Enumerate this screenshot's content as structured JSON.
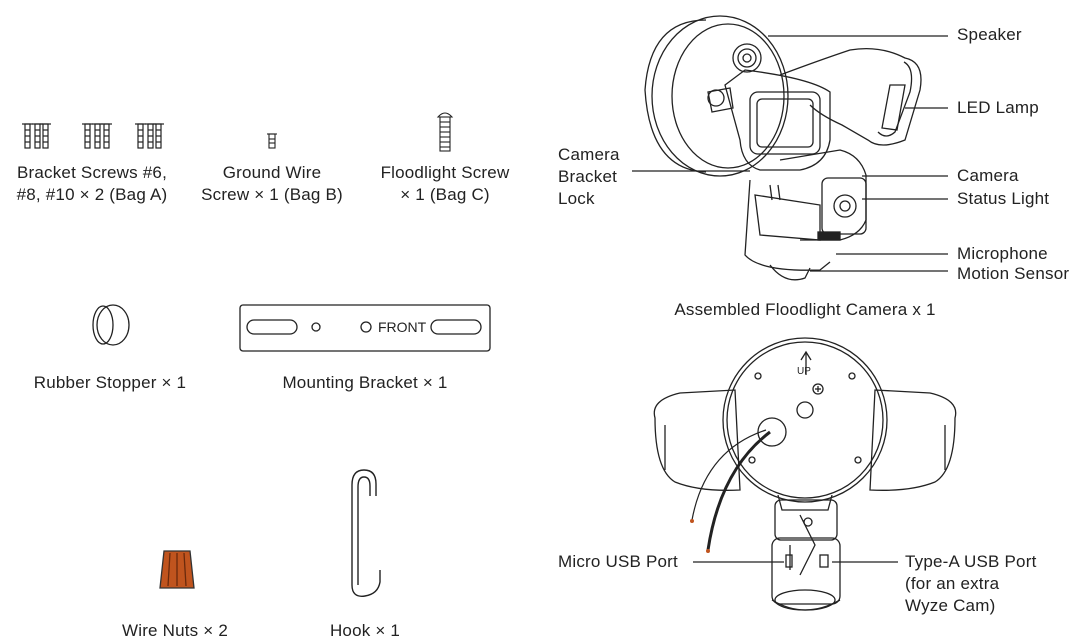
{
  "parts": {
    "bracket_screws": {
      "line1": "Bracket Screws #6,",
      "line2": "#8, #10 × 2 (Bag A)"
    },
    "ground_screw": {
      "line1": "Ground Wire",
      "line2": "Screw × 1 (Bag B)"
    },
    "flood_screw": {
      "line1": "Floodlight Screw",
      "line2": "× 1 (Bag C)"
    },
    "rubber_stopper": "Rubber Stopper × 1",
    "mounting_bracket": "Mounting Bracket × 1",
    "bracket_front": "FRONT",
    "wire_nuts": "Wire Nuts × 2",
    "hook": "Hook × 1"
  },
  "camera_callouts": {
    "speaker": "Speaker",
    "led_lamp": "LED Lamp",
    "bracket_lock": {
      "line1": "Camera",
      "line2": "Bracket",
      "line3": "Lock"
    },
    "camera": "Camera",
    "status_light": "Status Light",
    "microphone": "Microphone",
    "motion_sensor": "Motion Sensor",
    "assembled_title": "Assembled Floodlight Camera x 1"
  },
  "back_callouts": {
    "micro_usb": "Micro USB Port",
    "type_a": {
      "line1": "Type-A USB Port",
      "line2": "(for an extra",
      "line3": "Wyze Cam)"
    },
    "up_mark": "UP"
  },
  "colors": {
    "wire_nut": "#c0541e",
    "ink": "#222222"
  }
}
